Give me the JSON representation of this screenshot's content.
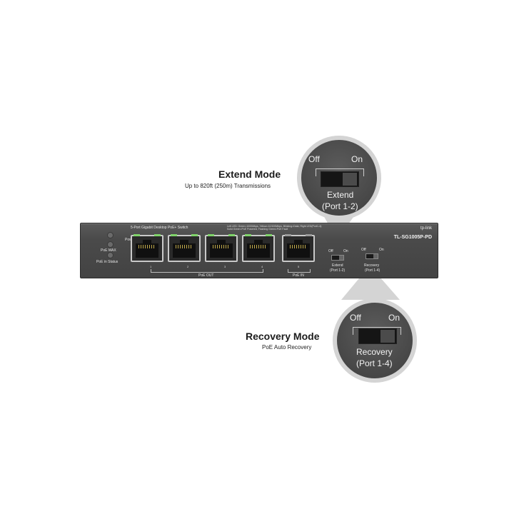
{
  "extend_callout": {
    "title": "Extend Mode",
    "subtitle": "Up to 820ft (250m) Transmissions",
    "bubble_off": "Off",
    "bubble_on": "On",
    "bubble_line1": "Extend",
    "bubble_line2": "(Port 1-2)"
  },
  "recovery_callout": {
    "title": "Recovery Mode",
    "subtitle": "PoE Auto Recovery",
    "bubble_off": "Off",
    "bubble_on": "On",
    "bubble_line1": "Recovery",
    "bubble_line2": "(Port 1-4)"
  },
  "device": {
    "description": "5-Port Gigabit Desktop PoE+ Switch",
    "brand": "tp-link",
    "model": "TL-SG1005P-PD",
    "leds": [
      "Power",
      "PoE MAX",
      "PoE in Status"
    ],
    "legend_text": "Left LED: Green=1000Mbps, Yellow=10/100Mbps, Blinking=Data; Right LED(Port1-4): Solid Green=PoE Powered, Flashing Green=PoE Fault",
    "ports": [
      "1",
      "2",
      "3",
      "4",
      "5"
    ],
    "poe_out_label": "PoE OUT",
    "poe_in_label": "PoE IN",
    "extend_switch": {
      "off": "Off",
      "on": "On",
      "label1": "Extend",
      "label2": "(Port 1-2)"
    },
    "recovery_switch": {
      "off": "Off",
      "on": "On",
      "label1": "Recovery",
      "label2": "(Port 1-4)"
    }
  },
  "colors": {
    "body": "#4a4a4a",
    "port_led": "#7fd36a",
    "bubble_ring": "#d4d4d4"
  }
}
